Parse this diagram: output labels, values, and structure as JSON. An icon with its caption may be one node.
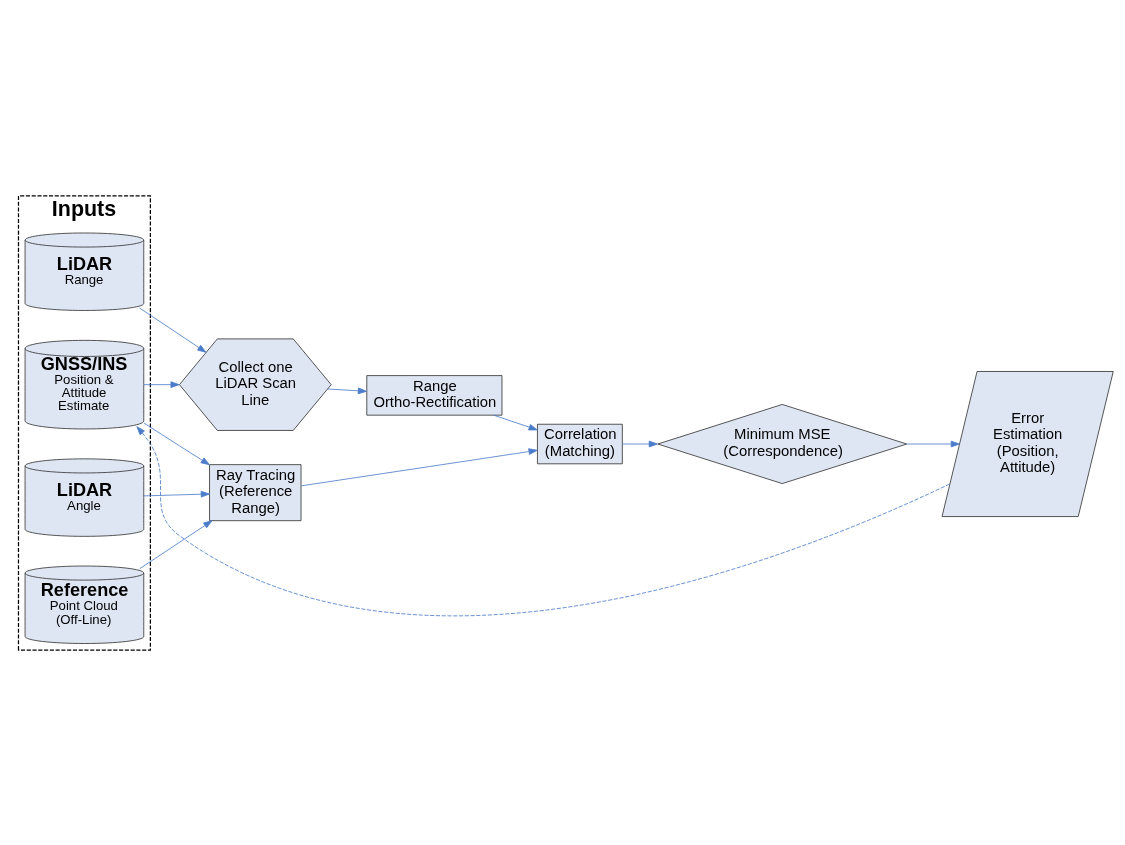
{
  "diagram": {
    "nodes": [
      {
        "text": [
          "Inputs"
        ]
      },
      {
        "text": [
          "LiDAR",
          "Range"
        ],
        "in": 0
      },
      {
        "text": [
          "GNSS/INS",
          "Position & Attitude Estimate"
        ],
        "in": 0
      },
      {
        "text": [
          "LiDAR",
          "Angle"
        ],
        "in": 0
      },
      {
        "text": [
          "Reference",
          "Point Cloud (Off-Line)"
        ],
        "in": 0
      },
      {
        "text": [
          "Collect one LiDAR Scan Line"
        ]
      },
      {
        "text": [
          "Range Ortho-Rectification"
        ]
      },
      {
        "text": [
          "Ray Tracing (Reference Range)"
        ]
      },
      {
        "text": [
          "Correlation (Matching)"
        ]
      },
      {
        "text": [
          "Minimum MSE (Correspondence)"
        ]
      },
      {
        "text": [
          "Error Estimation (Position, Attitude)"
        ]
      }
    ],
    "edges": [
      {
        "from": 1,
        "to": 5,
        "arrow": "to"
      },
      {
        "from": 5,
        "to": 6,
        "arrow": "to"
      },
      {
        "from": 2,
        "to": 5,
        "arrow": "to"
      },
      {
        "from": 2,
        "to": 7,
        "arrow": "to"
      },
      {
        "from": 6,
        "to": 8,
        "arrow": "to"
      },
      {
        "from": 3,
        "to": 7,
        "arrow": "to"
      },
      {
        "from": 4,
        "to": 7,
        "arrow": "to"
      },
      {
        "from": 7,
        "to": 8,
        "arrow": "to"
      },
      {
        "from": 8,
        "to": 9,
        "arrow": "to"
      },
      {
        "from": 9,
        "to": 10,
        "arrow": "to"
      },
      {
        "from": 10,
        "to": 2,
        "arrow": "to",
        "style": "dashed"
      }
    ]
  }
}
